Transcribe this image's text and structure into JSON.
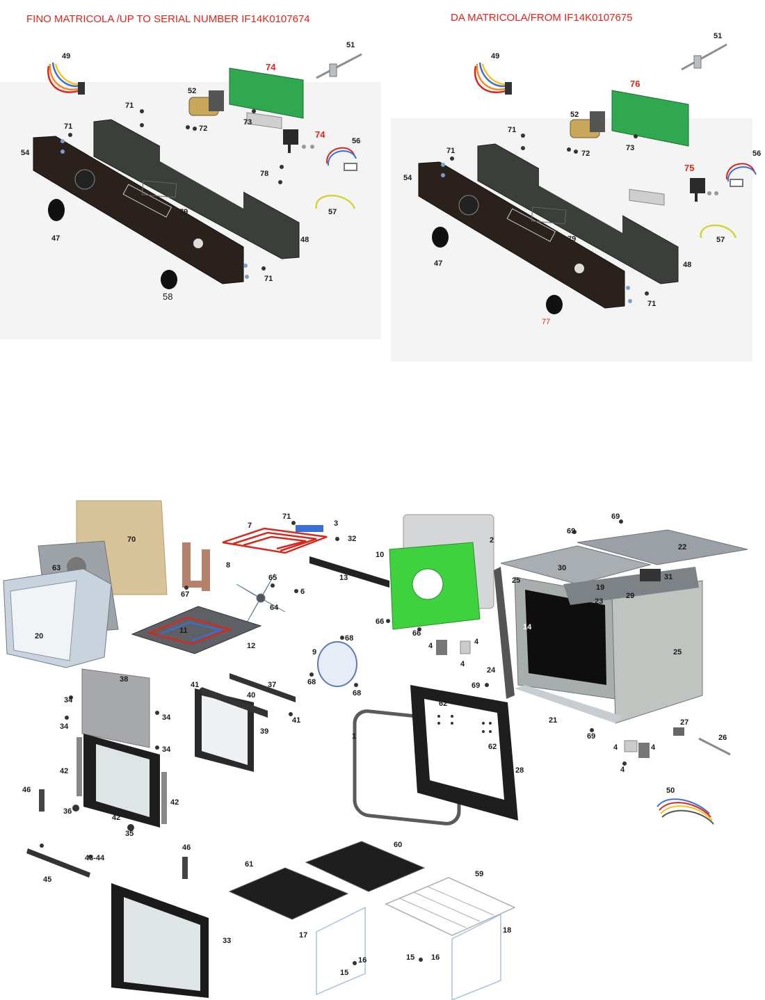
{
  "headers": {
    "left": "FINO MATRICOLA /UP TO SERIAL NUMBER  IF14K0107674",
    "right": "DA MATRICOLA/FROM   IF14K0107675"
  },
  "callouts_control_panel_left": [
    "49",
    "74",
    "51",
    "52",
    "71",
    "71",
    "72",
    "73",
    "74",
    "54",
    "56",
    "78",
    "79",
    "57",
    "47",
    "48",
    "71",
    "58"
  ],
  "callouts_control_panel_right": [
    "49",
    "51",
    "76",
    "52",
    "71",
    "72",
    "73",
    "71",
    "56",
    "54",
    "75",
    "79",
    "57",
    "47",
    "48",
    "71",
    "77"
  ],
  "callouts_oven": [
    "70",
    "7",
    "71",
    "3",
    "32",
    "2",
    "69",
    "69",
    "8",
    "10",
    "22",
    "63",
    "30",
    "31",
    "13",
    "65",
    "25",
    "19",
    "67",
    "6",
    "29",
    "23",
    "64",
    "14",
    "20",
    "11",
    "66",
    "68",
    "66",
    "12",
    "9",
    "4",
    "4",
    "4",
    "25",
    "24",
    "69",
    "68",
    "68",
    "38",
    "37",
    "41",
    "41",
    "40",
    "62",
    "34",
    "34",
    "34",
    "39",
    "21",
    "1",
    "27",
    "62",
    "69",
    "26",
    "34",
    "4",
    "4",
    "4",
    "42",
    "28",
    "46",
    "42",
    "36",
    "42",
    "50",
    "35",
    "46",
    "60",
    "43-44",
    "61",
    "59",
    "45",
    "33",
    "17",
    "18",
    "15",
    "16",
    "15",
    "16"
  ],
  "colors": {
    "accent_red": "#e2231a",
    "pcb_green": "#2fa84f",
    "liner_green": "#3ed23e",
    "panel_dark": "#2a2a2a",
    "insulation_tan": "#d9c49a",
    "steel": "#a9aeb3"
  },
  "icons": [
    "wiring-harness-icon",
    "sensor-probe-icon",
    "pcb-board-icon",
    "motor-switch-icon",
    "knob-icon",
    "screw-icon",
    "heating-element-icon",
    "fan-icon",
    "door-glass-icon",
    "oven-tray-icon",
    "wire-rack-icon"
  ]
}
